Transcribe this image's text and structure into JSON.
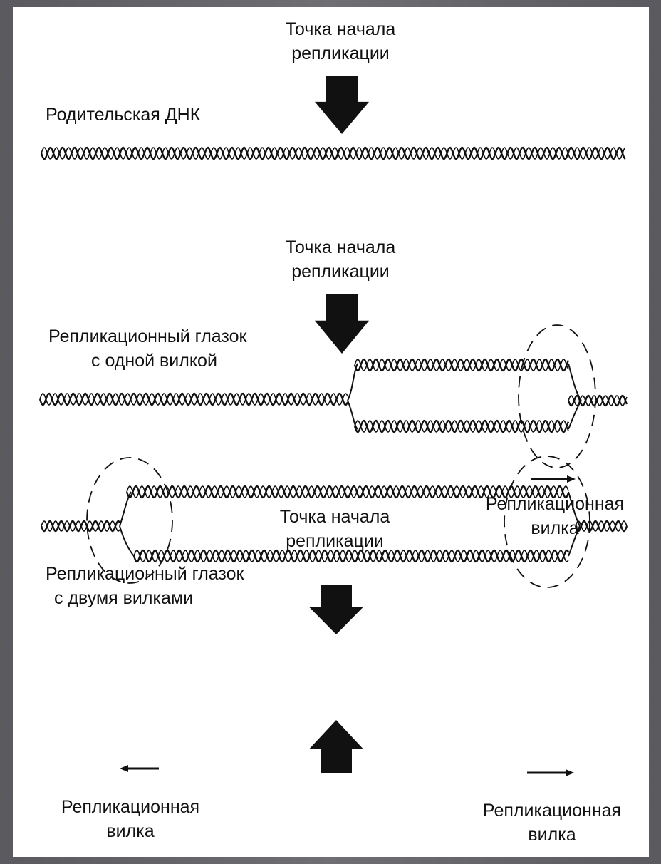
{
  "labels": {
    "origin1": [
      "Точка начала",
      "репликации"
    ],
    "parent_dna": "Родительская ДНК",
    "origin2": [
      "Точка начала",
      "репликации"
    ],
    "eye_one_fork": [
      "Репликационный глазок",
      "с одной вилкой"
    ],
    "fork1": [
      "Репликационная",
      "вилка"
    ],
    "origin3": [
      "Точка начала",
      "репликации"
    ],
    "eye_two_forks": [
      "Репликационный глазок",
      "с двумя вилками"
    ],
    "fork_left": [
      "Репликационная",
      "вилка"
    ],
    "fork_right": [
      "Репликационная",
      "вилка"
    ]
  },
  "colors": {
    "ink": "#111111",
    "background": "#ffffff",
    "frame": "#66666b"
  }
}
